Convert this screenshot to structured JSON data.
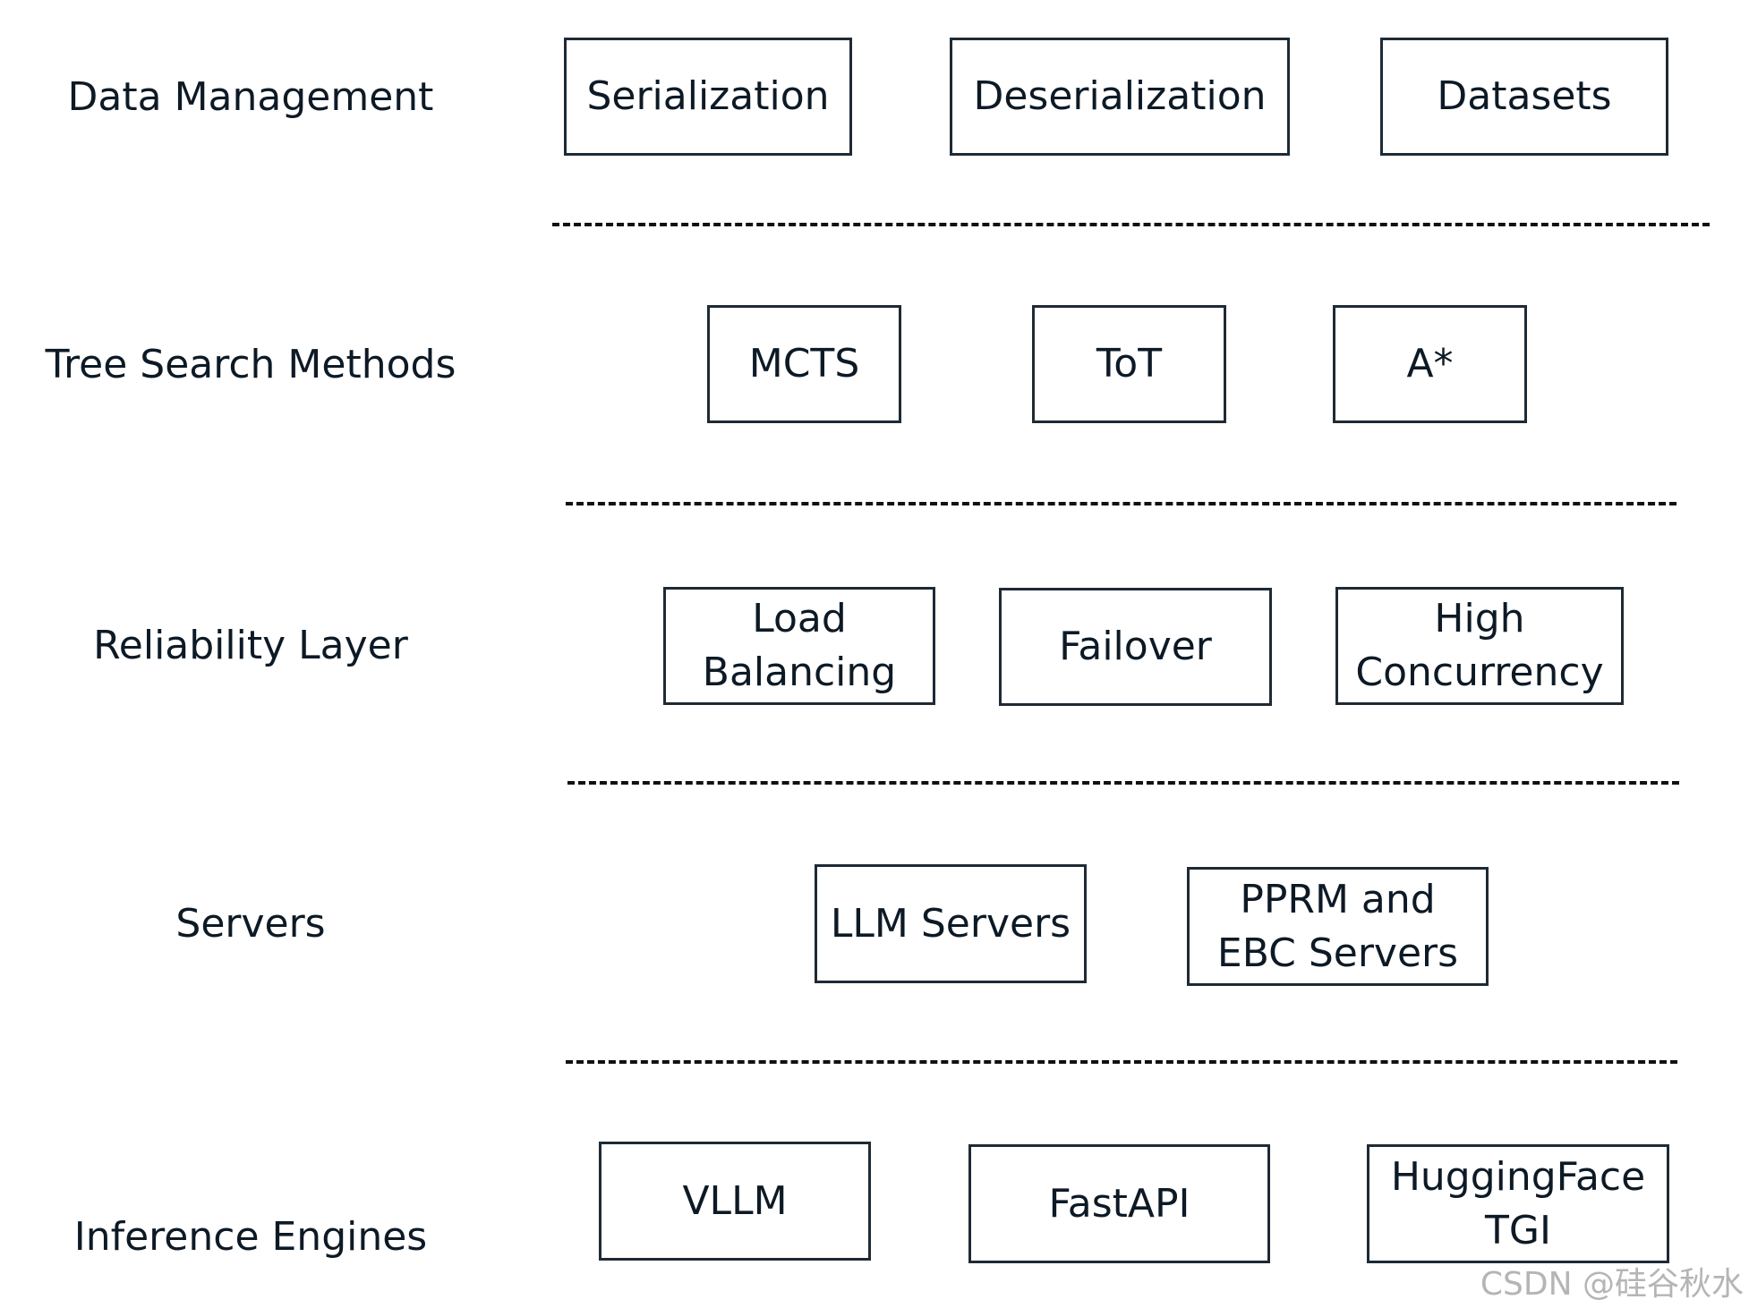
{
  "layers": [
    {
      "label": "Data Management",
      "boxes": [
        {
          "lines": [
            "Serialization"
          ]
        },
        {
          "lines": [
            "Deserialization"
          ]
        },
        {
          "lines": [
            "Datasets"
          ]
        }
      ]
    },
    {
      "label": "Tree Search Methods",
      "boxes": [
        {
          "lines": [
            "MCTS"
          ]
        },
        {
          "lines": [
            "ToT"
          ]
        },
        {
          "lines": [
            "A*"
          ]
        }
      ]
    },
    {
      "label": "Reliability Layer",
      "boxes": [
        {
          "lines": [
            "Load",
            "Balancing"
          ]
        },
        {
          "lines": [
            "Failover"
          ]
        },
        {
          "lines": [
            "High",
            "Concurrency"
          ]
        }
      ]
    },
    {
      "label": "Servers",
      "boxes": [
        {
          "lines": [
            "LLM Servers"
          ]
        },
        {
          "lines": [
            "PPRM and",
            "EBC Servers"
          ]
        }
      ]
    },
    {
      "label": "Inference Engines",
      "boxes": [
        {
          "lines": [
            "VLLM"
          ]
        },
        {
          "lines": [
            "FastAPI"
          ]
        },
        {
          "lines": [
            "HuggingFace",
            "TGI"
          ]
        }
      ]
    }
  ],
  "watermark": "CSDN @硅谷秋水"
}
